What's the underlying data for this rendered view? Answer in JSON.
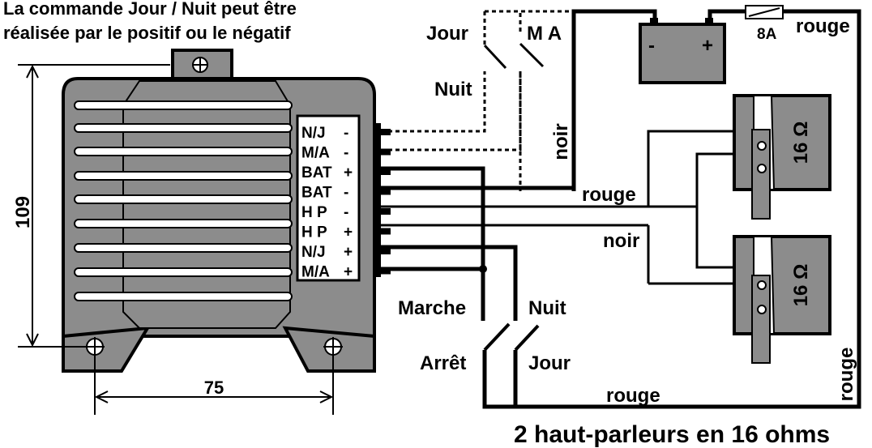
{
  "header": {
    "line1": "La commande Jour / Nuit peut être",
    "line2": "réalisée par le positif ou le négatif"
  },
  "dimensions": {
    "height": "109",
    "width": "75"
  },
  "terminals": [
    {
      "name": "N/J",
      "sign": "-"
    },
    {
      "name": "M/A",
      "sign": "-"
    },
    {
      "name": "BAT",
      "sign": "+"
    },
    {
      "name": "BAT",
      "sign": "-"
    },
    {
      "name": "H P",
      "sign": "-"
    },
    {
      "name": "H P",
      "sign": "+"
    },
    {
      "name": "N/J",
      "sign": "+"
    },
    {
      "name": "M/A",
      "sign": "+"
    }
  ],
  "switch_top": {
    "jour": "Jour",
    "nuit": "Nuit",
    "ma": "M A"
  },
  "switch_bottom": {
    "marche": "Marche",
    "arret": "Arrêt",
    "nuit": "Nuit",
    "jour": "Jour"
  },
  "battery": {
    "minus": "-",
    "plus": "+"
  },
  "fuse": {
    "rating": "8A"
  },
  "wires": {
    "rouge_top": "rouge",
    "noir_vertical": "noir",
    "rouge_mid": "rouge",
    "noir_mid": "noir",
    "rouge_bottom": "rouge",
    "rouge_right": "rouge"
  },
  "speakers": [
    {
      "impedance": "16 Ω"
    },
    {
      "impedance": "16 Ω"
    }
  ],
  "caption": "2 haut-parleurs en 16 ohms"
}
